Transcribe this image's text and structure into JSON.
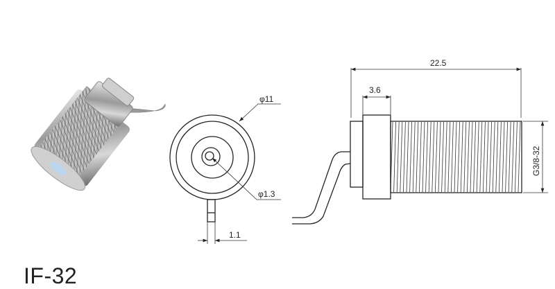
{
  "model": "IF-32",
  "front_view": {
    "outer_diameter_label": "φ11",
    "pin_diameter_label": "φ1.3",
    "pin_width_label": "1.1"
  },
  "side_view": {
    "overall_length_label": "22.5",
    "flange_width_label": "3.6",
    "thread_label": "G3/8-32"
  }
}
